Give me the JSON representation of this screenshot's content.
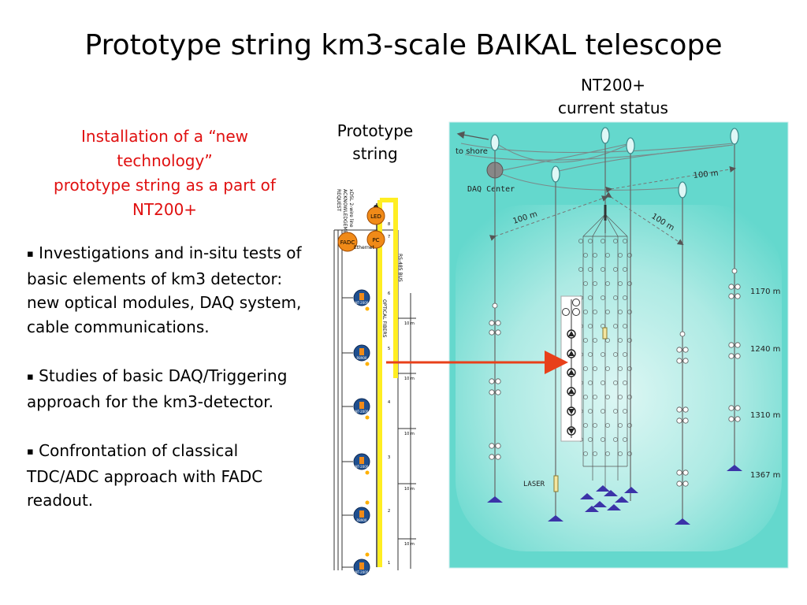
{
  "slide": {
    "title": "Prototype string km3-scale BAIKAL telescope"
  },
  "left_panel": {
    "intro_lines": [
      "Installation of a “new",
      "technology”",
      "prototype string as a part of",
      "NT200+"
    ],
    "bullets": [
      "Investigations and  in-situ tests of basic elements of km3 detector: new optical modules, DAQ system, cable communications.",
      "Studies of basic DAQ/Triggering approach for the km3-detector.",
      "Confrontation of classical TDC/ADC approach with FADC readout."
    ],
    "bullet_symbol": "▪",
    "intro_color": "#e01010"
  },
  "captions": {
    "prototype": [
      "Prototype",
      "string"
    ],
    "nt200": [
      "NT200+",
      "current status"
    ]
  },
  "string_schematic": {
    "top_labels": [
      "REQUEST",
      "ACKNOWLEDGEMENT",
      "xDSL 2-wire line"
    ],
    "boxes": [
      "LED",
      "PC",
      "FADC"
    ],
    "ethernet_label": "Ethernet",
    "bus_labels": [
      "RS-485 BUS",
      "OPTICAL FIBERS"
    ],
    "spacing_label": "10 m",
    "module_numbers": [
      "6",
      "5",
      "4",
      "3",
      "2",
      "1"
    ],
    "top_numbers": [
      "8",
      "7"
    ],
    "module_labels": [
      "NT-2000",
      "R8900",
      "NT-2000",
      "NT-2000",
      "R8900",
      "NT-2000"
    ],
    "cable_color": "#ffee22",
    "module_color": "#f08a18"
  },
  "telescope": {
    "labels": {
      "to_shore": "to shore",
      "daq_center": "DAQ Center",
      "laser": "LASER",
      "distance_100m": "100 m"
    },
    "depths": [
      "1170 m",
      "1240 m",
      "1310 m",
      "1367 m"
    ],
    "water_color": "#64d8cd",
    "anchor_color": "#3b33a8",
    "arrow_color": "#e8401a"
  }
}
